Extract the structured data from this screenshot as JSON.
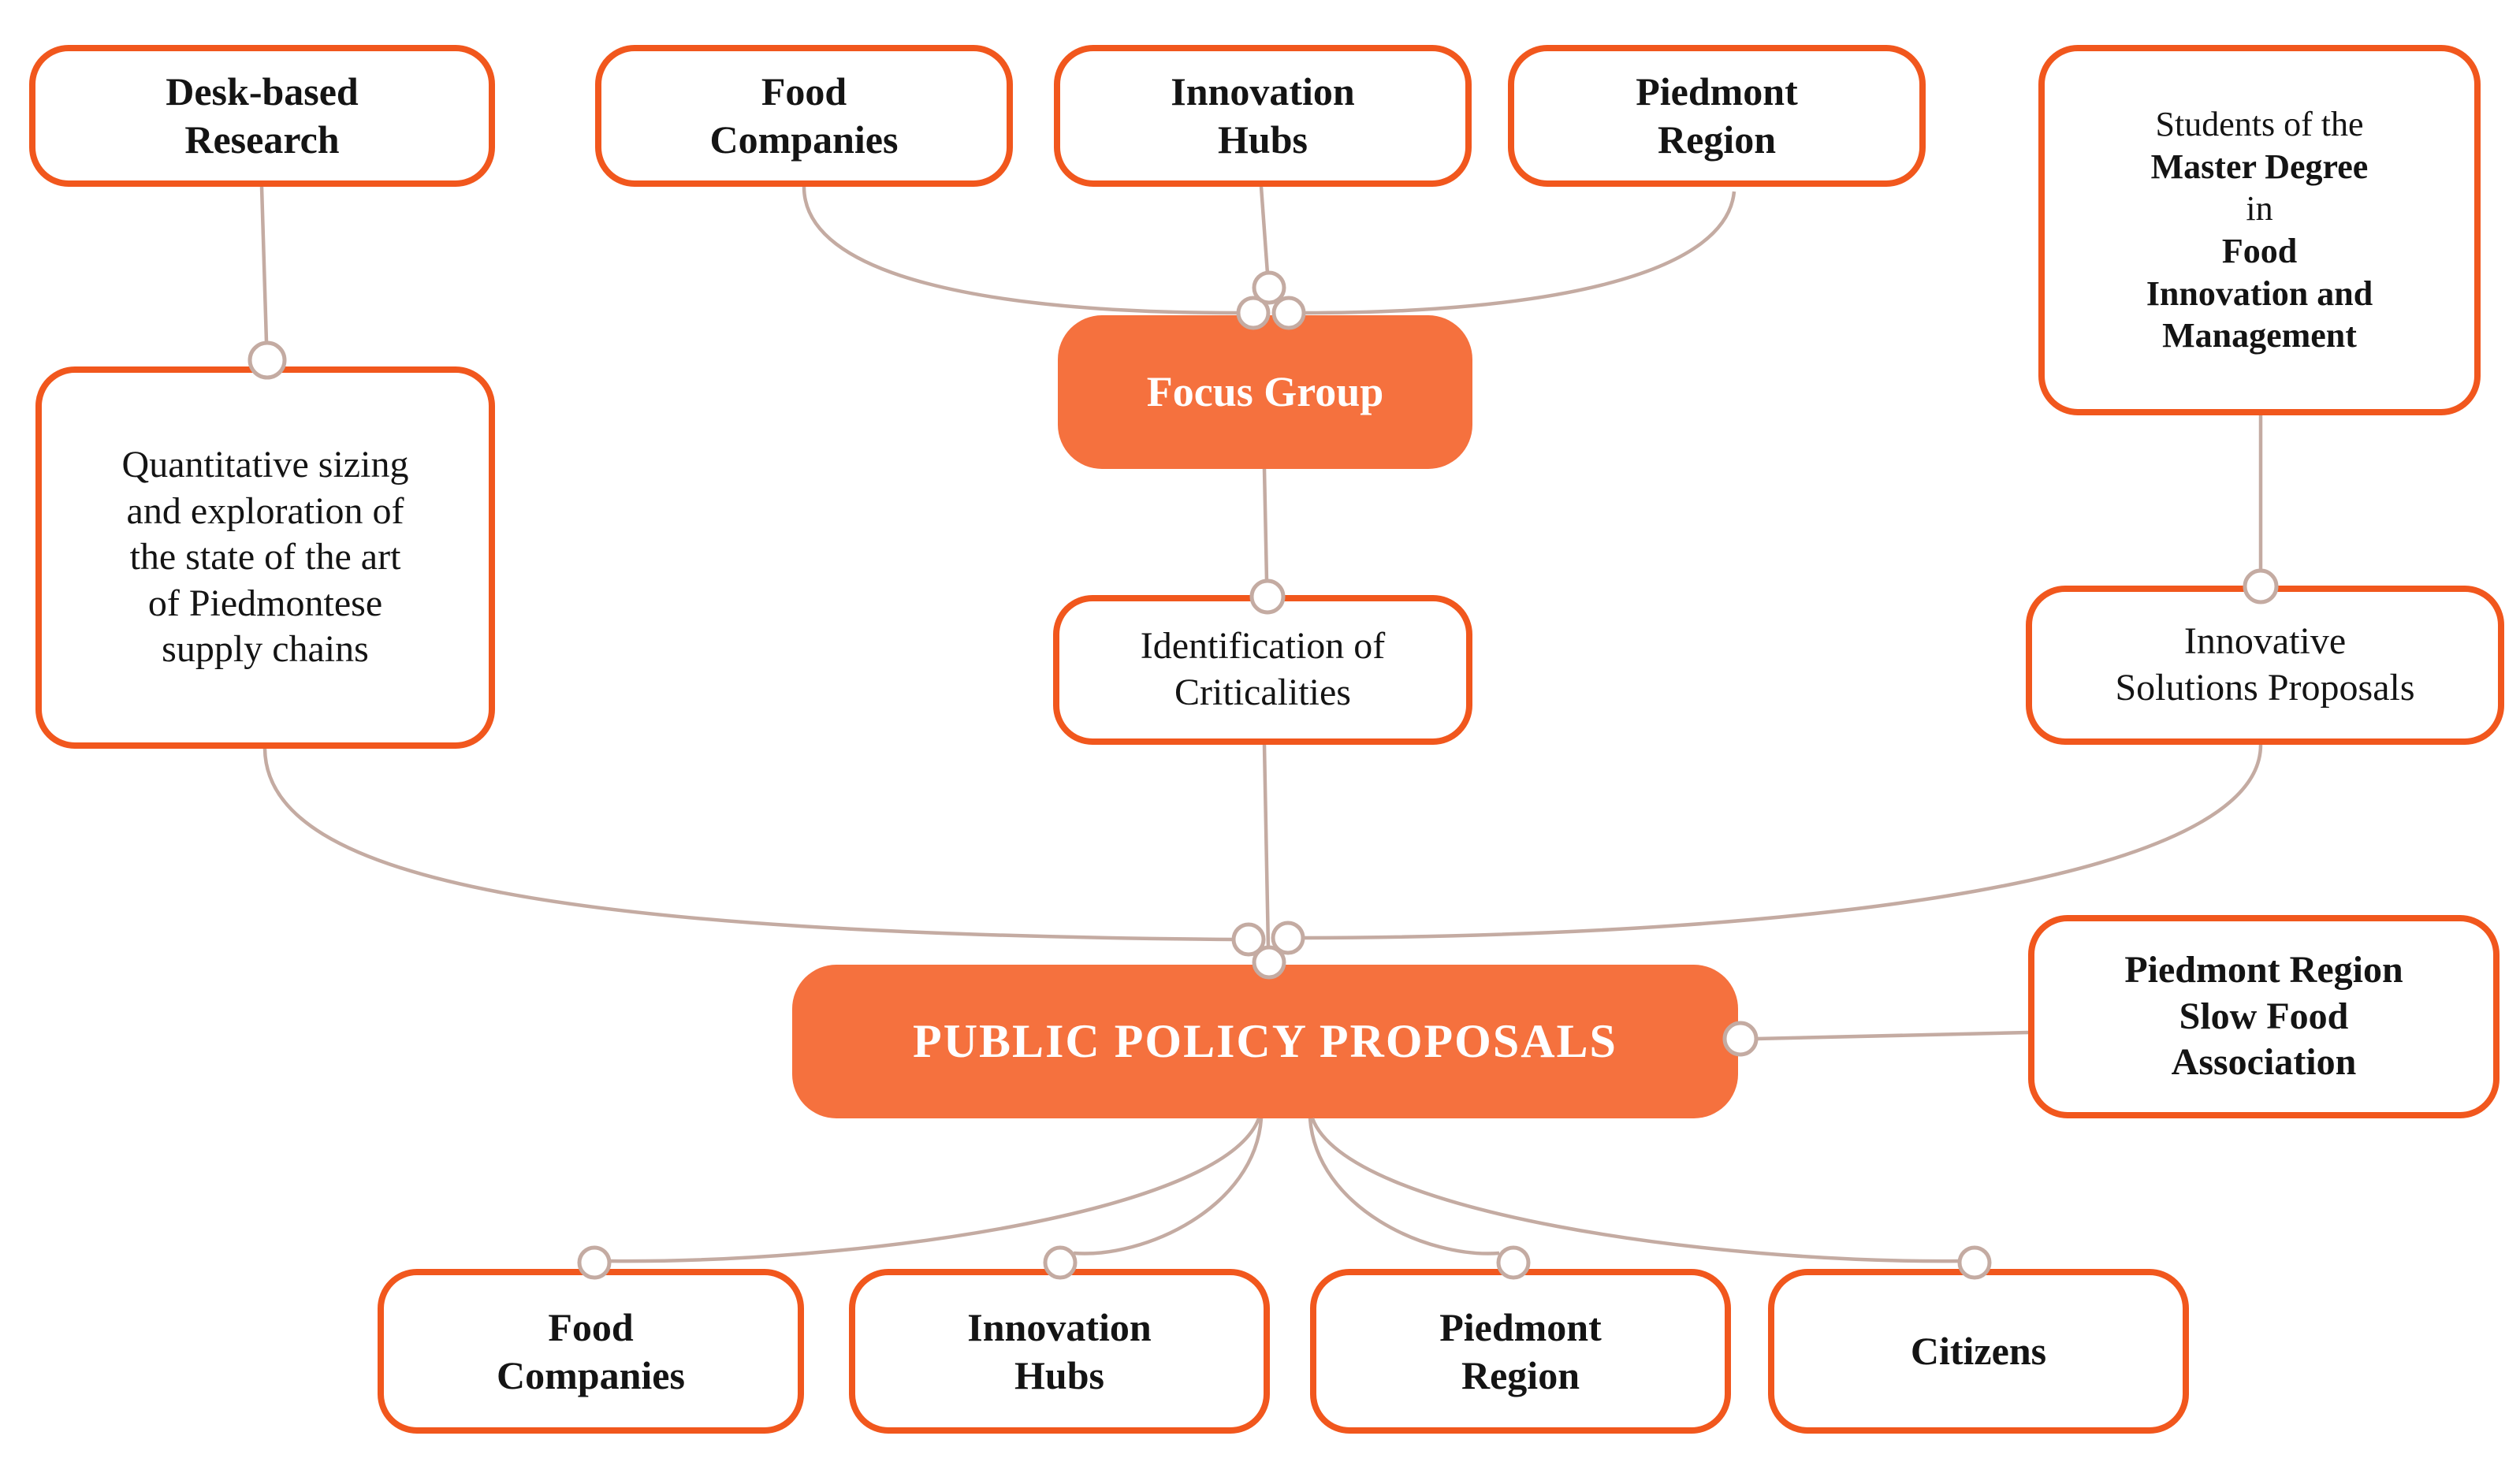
{
  "title": "Research methodology flowchart",
  "palette": {
    "box_border_orange": "#F1571D",
    "box_fill_orange": "#F5713E",
    "connector_beige": "#C4ABA2",
    "text_dark": "#141414",
    "text_light": "#FFFFFF",
    "background": "#FFFFFF"
  },
  "nodes": {
    "desk_research": {
      "lines": [
        "Desk-based",
        "Research"
      ]
    },
    "food_companies_top": {
      "lines": [
        "Food",
        "Companies"
      ]
    },
    "innovation_hubs_top": {
      "lines": [
        "Innovation",
        "Hubs"
      ]
    },
    "piedmont_region_top": {
      "lines": [
        "Piedmont",
        "Region"
      ]
    },
    "students": {
      "lines": [
        "Students of the",
        "Master Degree",
        "in",
        "Food",
        "Innovation and",
        "Management"
      ]
    },
    "quantitative_sizing": {
      "lines": [
        "Quantitative sizing",
        "and exploration of",
        "the state of the art",
        "of Piedmontese",
        "supply chains"
      ]
    },
    "focus_group": {
      "label": "Focus Group"
    },
    "identification": {
      "lines": [
        "Identification of",
        "Criticalities"
      ]
    },
    "innovative_solutions": {
      "lines": [
        "Innovative",
        "Solutions Proposals"
      ]
    },
    "public_policy": {
      "label": "PUBLIC POLICY PROPOSALS"
    },
    "slow_food": {
      "lines": [
        "Piedmont Region",
        "Slow Food",
        "Association"
      ]
    },
    "food_companies_bottom": {
      "lines": [
        "Food",
        "Companies"
      ]
    },
    "innovation_hubs_bottom": {
      "lines": [
        "Innovation",
        "Hubs"
      ]
    },
    "piedmont_region_bottom": {
      "lines": [
        "Piedmont",
        "Region"
      ]
    },
    "citizens": {
      "label": "Citizens"
    }
  },
  "edges": [
    {
      "from": "desk_research",
      "to": "quantitative_sizing"
    },
    {
      "from": "food_companies_top",
      "to": "focus_group"
    },
    {
      "from": "innovation_hubs_top",
      "to": "focus_group"
    },
    {
      "from": "piedmont_region_top",
      "to": "focus_group"
    },
    {
      "from": "focus_group",
      "to": "identification"
    },
    {
      "from": "students",
      "to": "innovative_solutions"
    },
    {
      "from": "quantitative_sizing",
      "to": "public_policy"
    },
    {
      "from": "identification",
      "to": "public_policy"
    },
    {
      "from": "innovative_solutions",
      "to": "public_policy"
    },
    {
      "from": "public_policy",
      "to": "slow_food"
    },
    {
      "from": "public_policy",
      "to": "food_companies_bottom"
    },
    {
      "from": "public_policy",
      "to": "innovation_hubs_bottom"
    },
    {
      "from": "public_policy",
      "to": "piedmont_region_bottom"
    },
    {
      "from": "public_policy",
      "to": "citizens"
    }
  ]
}
